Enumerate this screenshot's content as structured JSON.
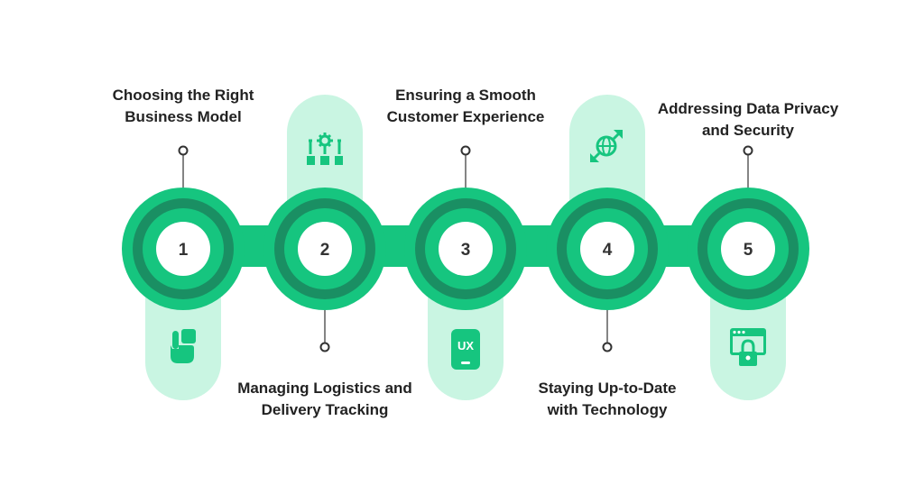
{
  "colors": {
    "light": "#c9f5e2",
    "green": "#16c57f",
    "dark": "#1a8f63",
    "icon": "#16c57f",
    "connector": "#333333"
  },
  "steps": [
    {
      "number": "1",
      "label": "Choosing the Right\nBusiness Model",
      "icon": "hand-pointer-icon"
    },
    {
      "number": "2",
      "label": "Managing Logistics and\nDelivery Tracking",
      "icon": "gear-network-icon"
    },
    {
      "number": "3",
      "label": "Ensuring a Smooth\nCustomer Experience",
      "icon": "ux-phone-icon"
    },
    {
      "number": "4",
      "label": "Staying Up-to-Date\nwith Technology",
      "icon": "globe-arrows-icon"
    },
    {
      "number": "5",
      "label": "Addressing Data Privacy\nand Security",
      "icon": "browser-lock-icon"
    }
  ]
}
